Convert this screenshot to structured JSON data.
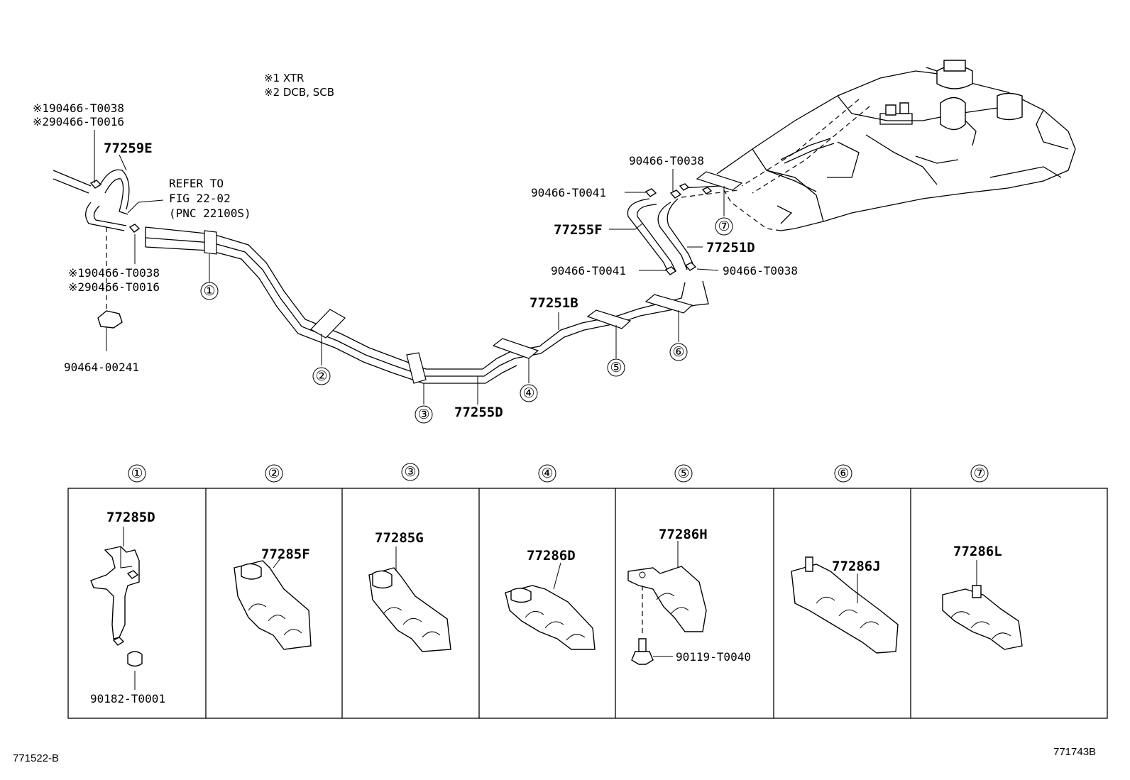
{
  "notes": {
    "line1": "※1 XTR",
    "line2": "※2 DCB, SCB"
  },
  "left_labels": {
    "clamp_top_1": "※190466-T0038",
    "clamp_top_2": "※290466-T0016",
    "hose_77259e": "77259E",
    "refer_1": "REFER TO",
    "refer_2": "FIG 22-02",
    "refer_3": "(PNC 22100S)",
    "clamp_bot_1": "※190466-T0038",
    "clamp_bot_2": "※290466-T0016",
    "clip_90464": "90464-00241"
  },
  "main_labels": {
    "tube_77255d": "77255D",
    "tube_77251b": "77251B",
    "hose_77255f": "77255F",
    "hose_77251d": "77251D",
    "clamp_r_top": "90466-T0038",
    "clamp_r_t0041_top": "90466-T0041",
    "clamp_r_t0041_bot": "90466-T0041",
    "clamp_r_t0038_bot": "90466-T0038"
  },
  "callouts": [
    "①",
    "②",
    "③",
    "④",
    "⑤",
    "⑥",
    "⑦"
  ],
  "panels": [
    {
      "num": "①",
      "part": "77285D",
      "extra": "90182-T0001"
    },
    {
      "num": "②",
      "part": "77285F",
      "extra": ""
    },
    {
      "num": "③",
      "part": "77285G",
      "extra": ""
    },
    {
      "num": "④",
      "part": "77286D",
      "extra": ""
    },
    {
      "num": "⑤",
      "part": "77286H",
      "extra": "90119-T0040"
    },
    {
      "num": "⑥",
      "part": "77286J",
      "extra": ""
    },
    {
      "num": "⑦",
      "part": "77286L",
      "extra": ""
    }
  ],
  "footer": {
    "left_code": "771522-B",
    "right_code": "771743B"
  }
}
